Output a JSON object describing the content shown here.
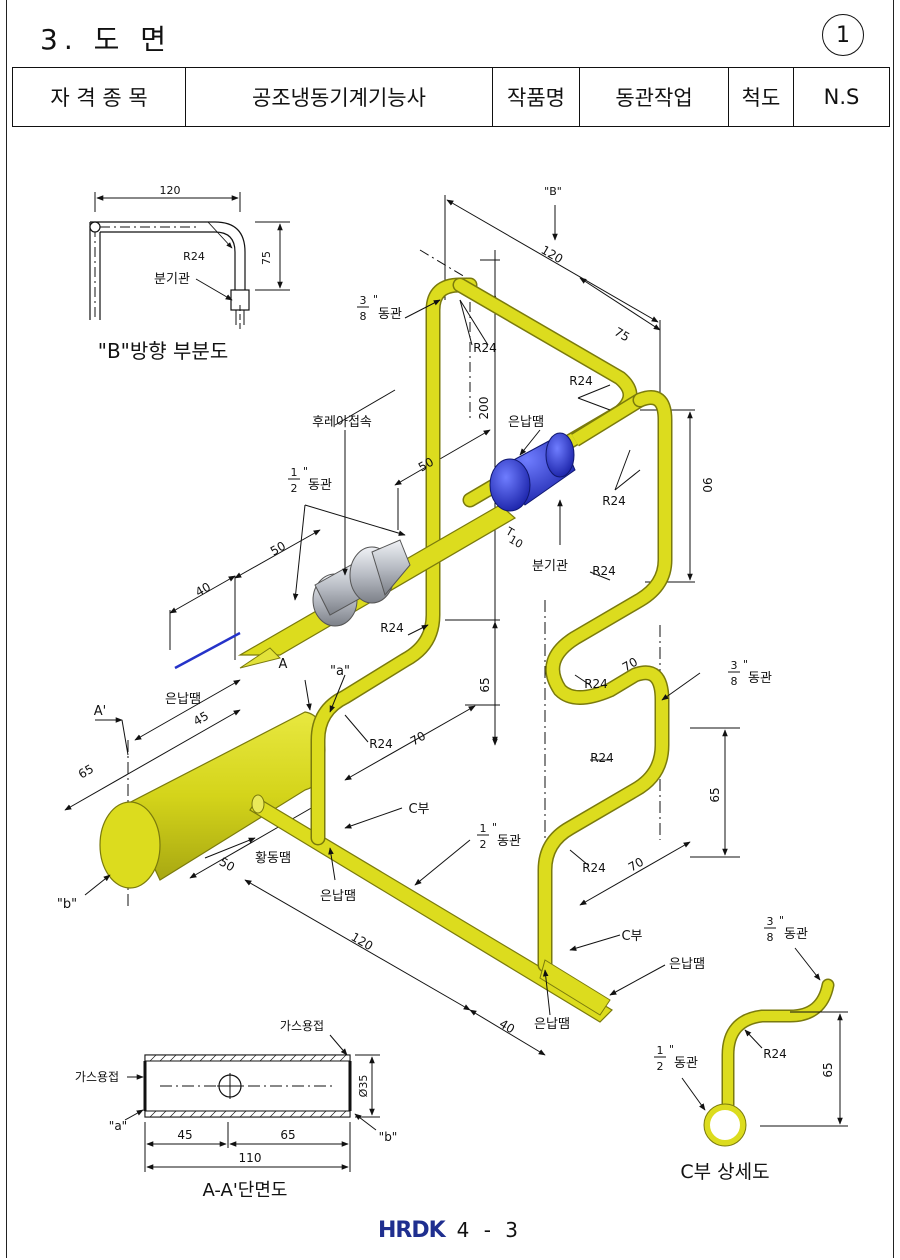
{
  "header": {
    "section_title": "3. 도 면",
    "page_circle": "1"
  },
  "info_row": {
    "qualification_label": "자 격 종 목",
    "qualification_value": "공조냉동기계기능사",
    "work_label": "작품명",
    "work_value": "동관작업",
    "scale_label": "척도",
    "scale_value": "N.S"
  },
  "views": {
    "b_view_title": "\"B\"방향 부분도",
    "section_title": "A-A'단면도",
    "c_detail_title": "C부 상세도"
  },
  "labels": {
    "b_dir": "\"B\"",
    "a_prime": "A'",
    "a_mark": "A",
    "a_quote": "\"a\"",
    "b_quote": "\"b\"",
    "c_part": "C부",
    "branch_pipe": "분기관",
    "flare": "후레아접속",
    "silver_brazing": "은납땜",
    "brass_brazing": "황동땜",
    "gas_weld": "가스용접",
    "copper_pipe": "동관",
    "frac_num_3": "3",
    "frac_den_8": "8",
    "frac_num_1": "1",
    "frac_den_2": "2",
    "inch_mark": "\"",
    "r24": "R24",
    "t_mark": "T",
    "diameter_35": "Ø35"
  },
  "dimensions": {
    "d120": "120",
    "d75": "75",
    "d200": "200",
    "d90": "90",
    "d65": "65",
    "d70": "70",
    "d50": "50",
    "d40": "40",
    "d45": "45",
    "d10": "10",
    "d110": "110"
  },
  "footer": {
    "logo": "HRDK",
    "page": "4 - 3"
  },
  "colors": {
    "pipe_yellow": "#dcdc1e",
    "pipe_outline": "#8a8a10",
    "fitting_blue": "#2533c9",
    "fitting_silver": "#b8bcc4",
    "logo_navy": "#1f2f8f"
  }
}
